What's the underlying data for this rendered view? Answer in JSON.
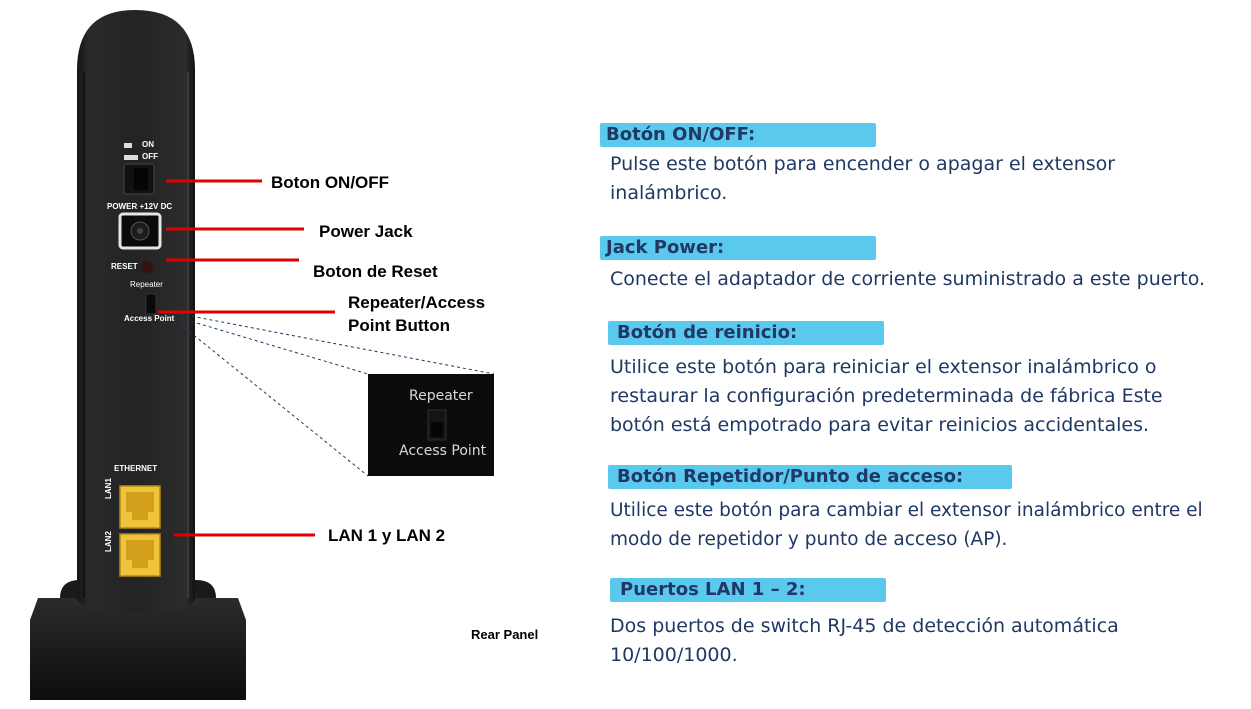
{
  "device": {
    "switch_on": "ON",
    "switch_off": "OFF",
    "power_label": "POWER +12V DC",
    "reset_label": "RESET",
    "repeater_label": "Repeater",
    "access_point_label": "Access Point",
    "ethernet_label": "ETHERNET",
    "lan1_label": "LAN1",
    "lan2_label": "LAN2",
    "zoom_repeater": "Repeater",
    "zoom_access_point": "Access Point"
  },
  "callouts": {
    "on_off": "Boton ON/OFF",
    "power_jack": "Power Jack",
    "reset": "Boton de Reset",
    "repeater_line1": "Repeater/Access",
    "repeater_line2": "Point Button",
    "lan": "LAN 1 y LAN 2"
  },
  "caption": "Rear Panel",
  "sections": [
    {
      "title": "Botón ON/OFF:",
      "text": "Pulse este botón para encender o apagar el extensor inalámbrico."
    },
    {
      "title": "Jack Power:",
      "text": "Conecte el adaptador de corriente suministrado a este puerto."
    },
    {
      "title": "Botón de reinicio:",
      "text": "Utilice este botón para reiniciar el extensor inalámbrico o restaurar la configuración predeterminada de fábrica Este botón está empotrado para evitar reinicios accidentales."
    },
    {
      "title": "Botón Repetidor/Punto de acceso:",
      "text": "Utilice este botón para cambiar el extensor inalámbrico entre el modo de repetidor y punto de acceso (AP)."
    },
    {
      "title": "Puertos LAN 1 – 2:",
      "text": "Dos puertos de switch RJ-45 de detección automática 10/100/1000."
    }
  ],
  "colors": {
    "header_bg": "#5bc8ee",
    "text": "#1f3864",
    "leader": "#e00000",
    "port": "#f0c43a",
    "device": "#1e1e1e"
  }
}
